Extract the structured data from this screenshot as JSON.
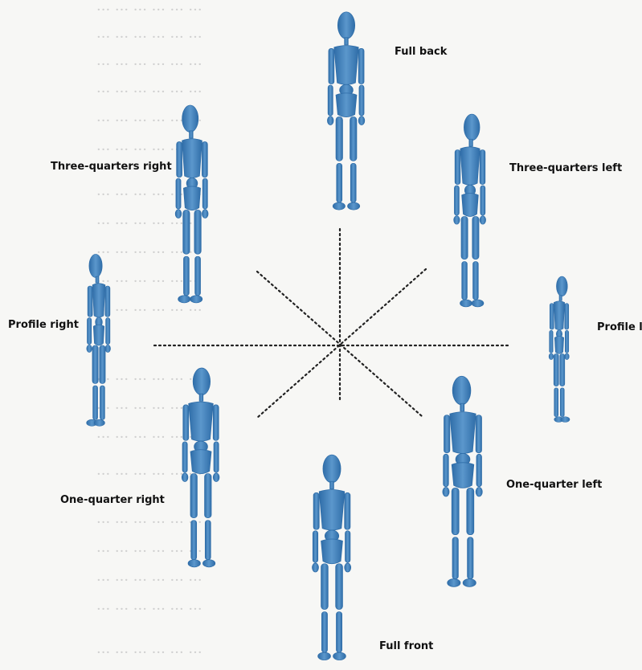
{
  "colors": {
    "figure": "#5b97cc",
    "figure_dark": "#2f6da8",
    "guides": "#222222",
    "faded_text": "#cfcfcf"
  },
  "labels": {
    "full_back": "Full back",
    "three_quarters_right": "Three-quarters right",
    "three_quarters_left": "Three-quarters left",
    "profile_right": "Profile right",
    "profile_left": "Profile le",
    "one_quarter_right": "One-quarter right",
    "one_quarter_left": "One-quarter left",
    "full_front": "Full front"
  },
  "figures": [
    {
      "name": "mannequin-full-back-icon",
      "pose": "full back"
    },
    {
      "name": "mannequin-three-quarters-right-icon",
      "pose": "three-quarters right"
    },
    {
      "name": "mannequin-three-quarters-left-icon",
      "pose": "three-quarters left"
    },
    {
      "name": "mannequin-profile-right-icon",
      "pose": "profile right"
    },
    {
      "name": "mannequin-profile-left-icon",
      "pose": "profile left"
    },
    {
      "name": "mannequin-one-quarter-right-icon",
      "pose": "one-quarter right"
    },
    {
      "name": "mannequin-one-quarter-left-icon",
      "pose": "one-quarter left"
    },
    {
      "name": "mannequin-full-front-icon",
      "pose": "full front"
    }
  ]
}
